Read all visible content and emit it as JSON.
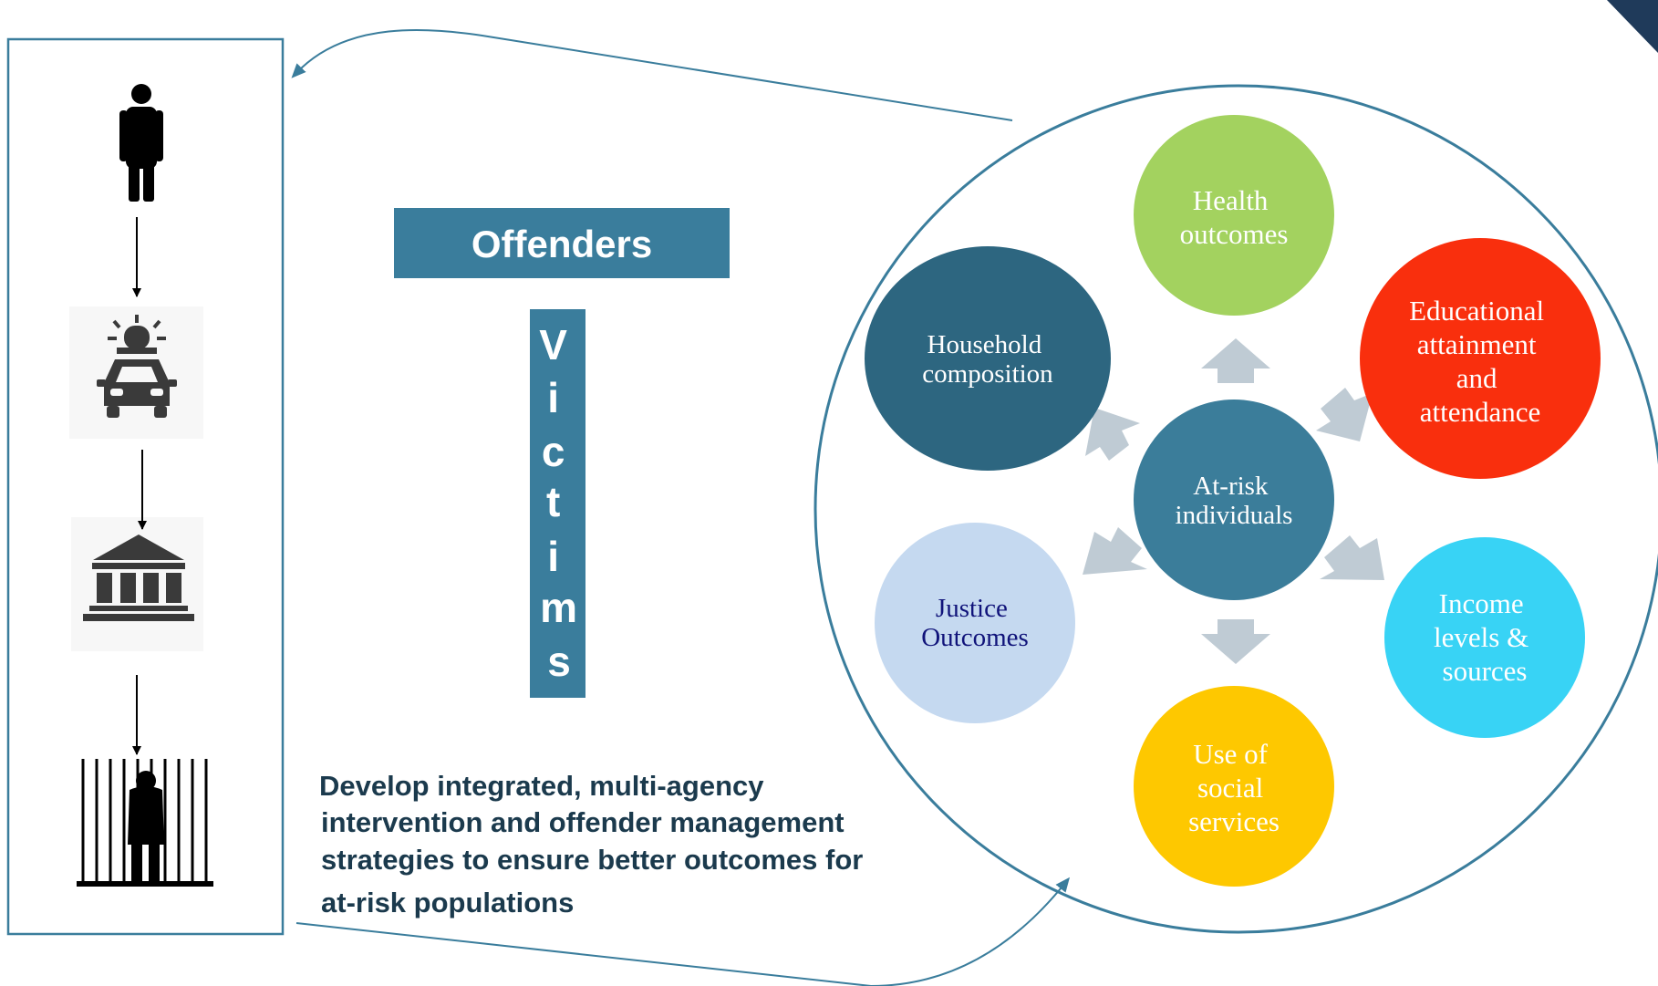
{
  "colors": {
    "accent": "#3a7d9c",
    "dark_blue": "#2d6680",
    "arrow_gray": "#bfcbd4",
    "text_dark": "#1b3a4d"
  },
  "left_panel": {
    "steps": [
      {
        "icon": "person-icon"
      },
      {
        "icon": "police-car-icon"
      },
      {
        "icon": "courthouse-icon"
      },
      {
        "icon": "prison-icon"
      }
    ]
  },
  "labels": {
    "offenders": "Offenders",
    "victims_letters": [
      "V",
      "i",
      "c",
      "t",
      "i",
      "m",
      "s"
    ]
  },
  "caption": [
    "Develop integrated, multi-agency",
    "intervention and offender management",
    "strategies to ensure better outcomes for",
    "at-risk populations"
  ],
  "cycle": {
    "center": {
      "lines": [
        "At-risk",
        "individuals"
      ],
      "color": "#3b7d9a"
    },
    "nodes": [
      {
        "id": "health",
        "lines": [
          "Health",
          "outcomes"
        ],
        "color": "#a3d25f",
        "text_color": "#ffffff"
      },
      {
        "id": "education",
        "lines": [
          "Educational",
          "attainment",
          "and",
          "attendance"
        ],
        "color": "#f92f0d",
        "text_color": "#ffffff"
      },
      {
        "id": "income",
        "lines": [
          "Income",
          "levels &",
          "sources"
        ],
        "color": "#38d3f5",
        "text_color": "#ffffff"
      },
      {
        "id": "social",
        "lines": [
          "Use of",
          "social",
          "services"
        ],
        "color": "#fec800",
        "text_color": "#ffffff"
      },
      {
        "id": "justice",
        "lines": [
          "Justice",
          "Outcomes"
        ],
        "color": "#c5d9f0",
        "text_color": "#10137a"
      },
      {
        "id": "household",
        "lines": [
          "Household",
          "composition"
        ],
        "color": "#2d6680",
        "text_color": "#ffffff"
      }
    ]
  }
}
